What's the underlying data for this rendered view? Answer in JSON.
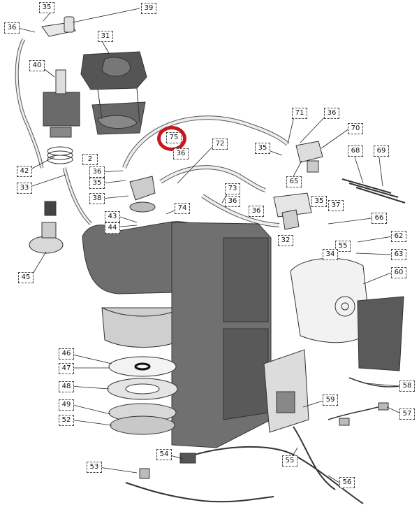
{
  "callouts": [
    "35",
    "39",
    "36",
    "31",
    "40",
    "42",
    "33",
    "45",
    "71",
    "36",
    "70",
    "35",
    "65",
    "72",
    "36",
    "68",
    "69",
    "66",
    "62",
    "63",
    "60",
    "58",
    "57",
    "59",
    "46",
    "47",
    "48",
    "49",
    "52",
    "53",
    "54",
    "55",
    "56",
    "43",
    "44",
    "74",
    "36",
    "35",
    "38",
    "75",
    "36",
    "36",
    "32",
    "37",
    "35",
    "55",
    "34",
    "2",
    "73"
  ]
}
